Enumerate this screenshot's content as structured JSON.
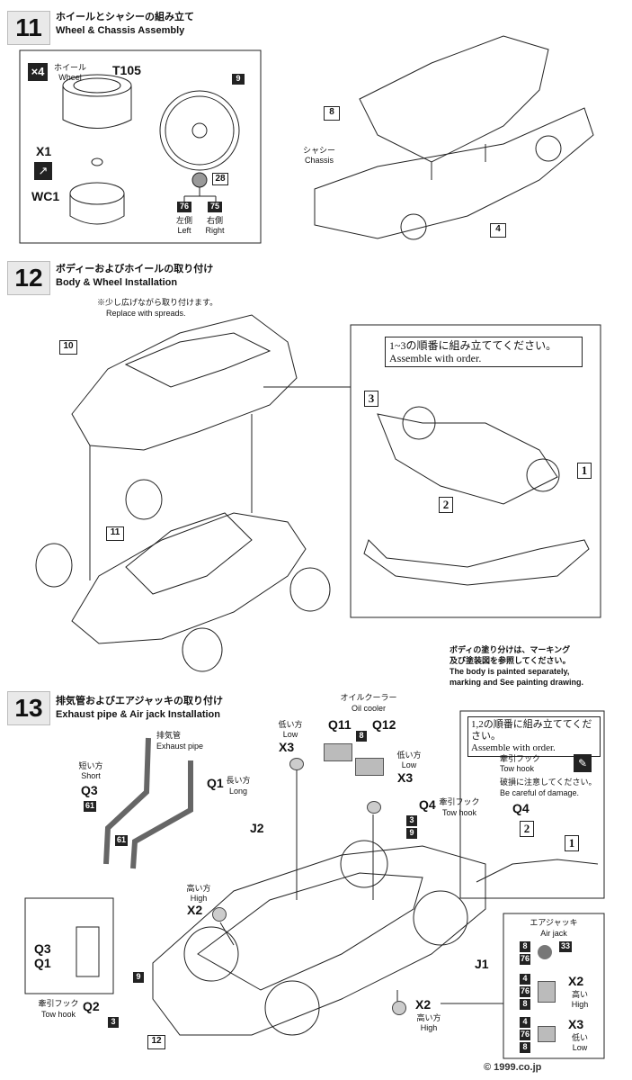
{
  "step11": {
    "number": "11",
    "title_jp": "ホイールとシャシーの組み立て",
    "title_en": "Wheel & Chassis Assembly",
    "qty": "×4",
    "wheel_jp": "ホイール",
    "wheel_en": "Wheel",
    "t105": "T105",
    "x1": "X1",
    "wc1": "WC1",
    "p9": "9",
    "p28": "28",
    "p76": "76",
    "p75": "75",
    "left_jp": "左側",
    "left_en": "Left",
    "right_jp": "右側",
    "right_en": "Right",
    "p8": "8",
    "chassis_jp": "シャシー",
    "chassis_en": "Chassis",
    "p4": "4"
  },
  "step12": {
    "number": "12",
    "title_jp": "ボディーおよびホイールの取り付け",
    "title_en": "Body & Wheel Installation",
    "spread_jp": "※少し広げながら取り付けます。",
    "spread_en": "Replace with spreads.",
    "p10": "10",
    "p11": "11",
    "order_jp": "1~3の順番に組み立ててください。",
    "order_en": "Assemble with order.",
    "n1": "1",
    "n2": "2",
    "n3": "3",
    "paint_jp1": "ボディの塗り分けは、マーキング",
    "paint_jp2": "及び塗装図を参照してください。",
    "paint_en1": "The body is painted separately,",
    "paint_en2": "marking and See painting drawing."
  },
  "step13": {
    "number": "13",
    "title_jp": "排気管およびエアジャッキの取り付け",
    "title_en": "Exhaust pipe & Air jack Installation",
    "exhaust_jp": "排気管",
    "exhaust_en": "Exhaust pipe",
    "short_jp": "短い方",
    "short_en": "Short",
    "q3": "Q3",
    "q1": "Q1",
    "long_jp": "長い方",
    "long_en": "Long",
    "p61": "61",
    "oil_jp": "オイルクーラー",
    "oil_en": "Oil cooler",
    "q11": "Q11",
    "q12": "Q12",
    "p8": "8",
    "low_jp": "低い方",
    "low_en": "Low",
    "x3": "X3",
    "j2": "J2",
    "q4": "Q4",
    "tow_jp": "牽引フック",
    "tow_en": "Tow hook",
    "p3": "3",
    "p9": "9",
    "high_jp": "高い方",
    "high_en": "High",
    "x2": "X2",
    "q2": "Q2",
    "j1": "J1",
    "p12": "12",
    "order_jp": "1,2の順番に組み立ててください。",
    "order_en": "Assemble with order.",
    "careful_jp": "破損に注意してください。",
    "careful_en": "Be careful of damage.",
    "airjack_jp": "エアジャッキ",
    "airjack_en": "Air jack",
    "p76": "76",
    "p33": "33",
    "p4": "4",
    "high_jp_r": "高い",
    "high_en_r": "High",
    "low_jp_r": "低い",
    "low_en_r": "Low"
  },
  "watermark": "© 1999.co.jp"
}
